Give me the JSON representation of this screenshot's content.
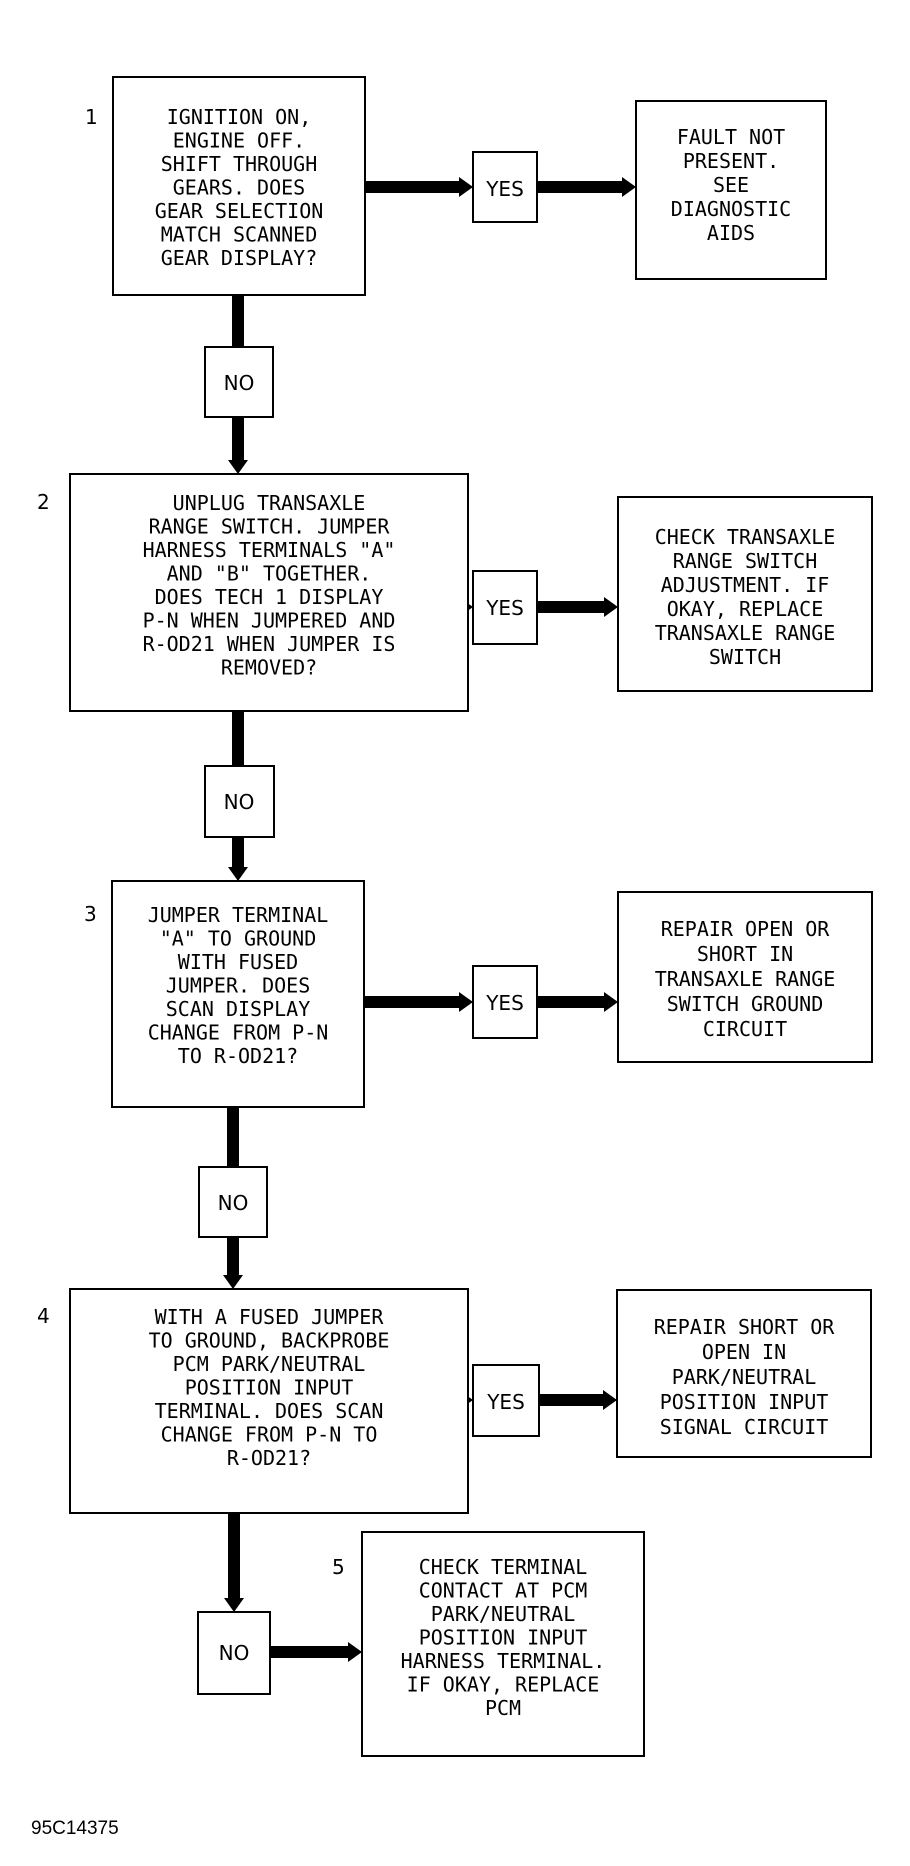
{
  "steps": [
    {
      "number": "1",
      "lines": [
        "IGNITION ON,",
        "ENGINE OFF.",
        "SHIFT THROUGH",
        "GEARS. DOES",
        "GEAR SELECTION",
        "MATCH SCANNED",
        "GEAR DISPLAY?"
      ]
    },
    {
      "number": "2",
      "lines": [
        "UNPLUG TRANSAXLE",
        "RANGE SWITCH. JUMPER",
        "HARNESS TERMINALS \"A\"",
        "AND \"B\" TOGETHER.",
        "DOES TECH 1 DISPLAY",
        "P-N WHEN JUMPERED AND",
        "R-OD21 WHEN JUMPER IS",
        "REMOVED?"
      ]
    },
    {
      "number": "3",
      "lines": [
        "JUMPER TERMINAL",
        "\"A\" TO GROUND",
        "WITH FUSED",
        "JUMPER. DOES",
        "SCAN DISPLAY",
        "CHANGE FROM P-N",
        "TO R-OD21?"
      ]
    },
    {
      "number": "4",
      "lines": [
        "WITH A FUSED JUMPER",
        "TO GROUND, BACKPROBE",
        "PCM PARK/NEUTRAL",
        "POSITION INPUT",
        "TERMINAL. DOES SCAN",
        "CHANGE FROM P-N TO",
        "R-OD21?"
      ]
    },
    {
      "number": "5",
      "lines": [
        "CHECK TERMINAL",
        "CONTACT AT PCM",
        "PARK/NEUTRAL",
        "POSITION INPUT",
        "HARNESS TERMINAL.",
        "IF OKAY, REPLACE",
        "PCM"
      ]
    }
  ],
  "outcomes": [
    {
      "lines": [
        "FAULT NOT",
        "PRESENT.",
        "SEE",
        "DIAGNOSTIC",
        "AIDS"
      ]
    },
    {
      "lines": [
        "CHECK TRANSAXLE",
        "RANGE SWITCH",
        "ADJUSTMENT. IF",
        "OKAY, REPLACE",
        "TRANSAXLE RANGE",
        "SWITCH"
      ]
    },
    {
      "lines": [
        "REPAIR OPEN OR",
        "SHORT IN",
        "TRANSAXLE RANGE",
        "SWITCH GROUND",
        "CIRCUIT"
      ]
    },
    {
      "lines": [
        "REPAIR SHORT OR",
        "OPEN IN",
        "PARK/NEUTRAL",
        "POSITION INPUT",
        "SIGNAL CIRCUIT"
      ]
    }
  ],
  "labels": {
    "yes": "YES",
    "no": "NO"
  },
  "figure_id": "95C14375"
}
